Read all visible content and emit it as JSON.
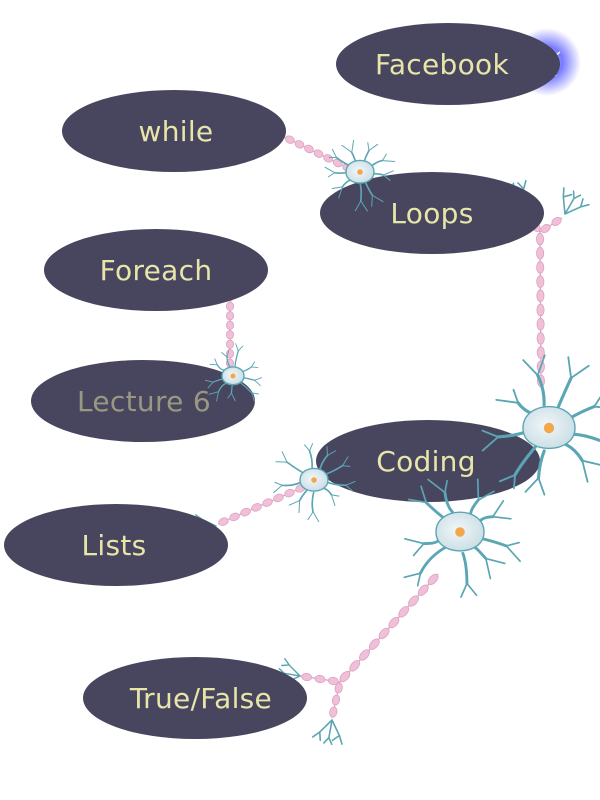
{
  "colors": {
    "node_fill": "#48465e",
    "label": "#e8e5a9",
    "label_dim": "#9a9782",
    "axon": "#f2bfd8",
    "axon_edge": "#d9a2bf",
    "dendrite": "#5ba6b4",
    "soma": "#dde9ee",
    "nucleus": "#f2a74a",
    "spark": "#4a4dff"
  },
  "nodes": {
    "facebook": "Facebook",
    "while": "while",
    "loops": "Loops",
    "foreach": "Foreach",
    "lecture": "Lecture 6",
    "coding": "Coding",
    "lists": "Lists",
    "truefalse": "True/False"
  },
  "icons": [
    "neuron-icon",
    "spark-icon",
    "axon-terminal-icon"
  ]
}
